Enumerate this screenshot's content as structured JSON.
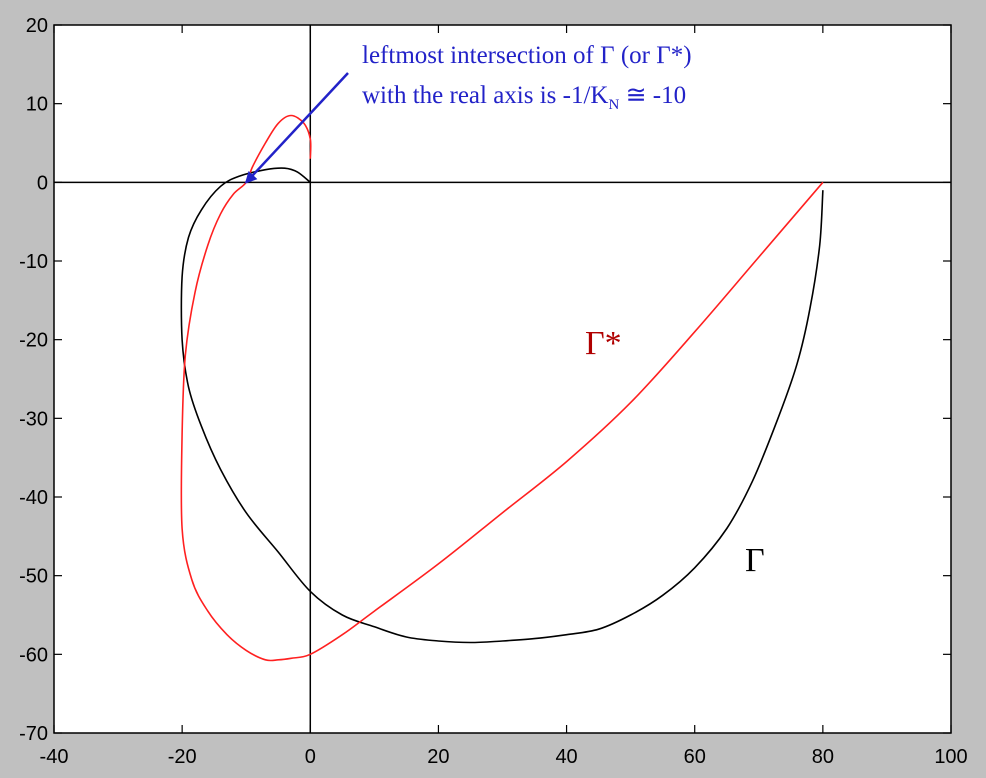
{
  "chart_data": {
    "type": "line",
    "title": "",
    "xlabel": "",
    "ylabel": "",
    "xlim": [
      -40,
      100
    ],
    "ylim": [
      -70,
      20
    ],
    "xticks": [
      -40,
      -20,
      0,
      20,
      40,
      60,
      80,
      100
    ],
    "yticks": [
      20,
      10,
      0,
      -10,
      -20,
      -30,
      -40,
      -50,
      -60,
      -70
    ],
    "xtick_labels": [
      "-40",
      "-20",
      "0",
      "20",
      "40",
      "60",
      "80",
      "100"
    ],
    "ytick_labels": [
      "20",
      "10",
      "0",
      "-10",
      "-20",
      "-30",
      "-40",
      "-50",
      "-60",
      "-70"
    ],
    "grid": false,
    "colors": {
      "gamma": "#000000",
      "gamma_star": "#ff2020",
      "annotation": "#2222c8",
      "gamma_star_label": "#b00000",
      "background": "#c0c0c0",
      "plot_area": "#ffffff"
    },
    "series": [
      {
        "name": "Γ",
        "color": "#000000",
        "x": [
          80,
          79.5,
          78,
          76,
          73,
          69,
          65,
          60,
          55,
          50,
          45,
          40,
          35,
          30,
          25,
          20,
          15,
          10,
          5,
          0,
          -5,
          -10,
          -14,
          -17,
          -19,
          -20,
          -20,
          -19,
          -17,
          -14,
          -11,
          -7,
          -4,
          -2,
          0
        ],
        "y": [
          -1,
          -8,
          -16,
          -23,
          -30,
          -38,
          -44,
          -49,
          -52.5,
          -55,
          -56.8,
          -57.5,
          -58,
          -58.3,
          -58.5,
          -58.3,
          -57.8,
          -56.5,
          -55,
          -52,
          -47,
          -42,
          -36.5,
          -31,
          -26,
          -20,
          -12,
          -7,
          -3.5,
          -0.5,
          0.8,
          1.6,
          1.8,
          1.3,
          0
        ]
      },
      {
        "name": "Γ*",
        "color": "#ff2020",
        "x": [
          80,
          70,
          60,
          50,
          40,
          30,
          20,
          10,
          5,
          0,
          -3,
          -5,
          -7,
          -10,
          -13,
          -16,
          -18.5,
          -20,
          -20,
          -19.5,
          -18,
          -16,
          -14,
          -12,
          -10,
          -9,
          -7,
          -5,
          -3,
          -1,
          0,
          0
        ],
        "y": [
          0,
          -9.5,
          -19,
          -28,
          -35.5,
          -42,
          -48.5,
          -54.5,
          -57.5,
          -60,
          -60.5,
          -60.7,
          -60.7,
          -59.5,
          -57.5,
          -54.5,
          -50.5,
          -44,
          -32,
          -22,
          -14,
          -8,
          -4,
          -1.5,
          0,
          2,
          5,
          7.5,
          8.5,
          7.5,
          5.5,
          3
        ]
      }
    ],
    "annotations": {
      "arrow_line1": "leftmost intersection of Γ (or Γ*)",
      "arrow_line2_a": "with the real axis is -1/K",
      "arrow_line2_sub": "N",
      "arrow_line2_b": " ≅ -10",
      "arrow_target": {
        "x": -10,
        "y": 0
      },
      "gamma_label": "Γ",
      "gamma_star_label": "Γ*"
    }
  }
}
